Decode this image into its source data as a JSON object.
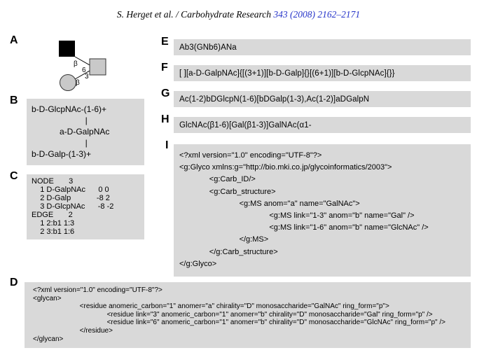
{
  "colors": {
    "box_background": "#d9d9d9",
    "link_blue": "#2634c9",
    "symbol_gray": "#c9c9c9",
    "symbol_black": "#000000"
  },
  "header": {
    "authors": "S. Herget et al. / Carbohydrate Research ",
    "citation": "343 (2008) 2162–2171"
  },
  "panel_a": {
    "label": "A",
    "beta_upper": "β",
    "link_upper": "6",
    "link_lower": "3",
    "beta_lower": "β"
  },
  "panel_b": {
    "label": "B",
    "lines": [
      "b-D-GlcpNAc-(1-6)+",
      "                       |",
      "            a-D-GalpNAc",
      "                       |",
      "b-D-Galp-(1-3)+"
    ]
  },
  "panel_c": {
    "label": "C",
    "lines": [
      "NODE       3",
      "    1 D-GalpNAc      0 0",
      "    2 D-Galp            -8 2",
      "    3 D-GlcpNAc      -8 -2",
      "EDGE       2",
      "    1 2:b1 1:3",
      "    2 3:b1 1:6"
    ]
  },
  "panel_d": {
    "label": "D",
    "lines": [
      "<?xml version=\"1.0\" encoding=\"UTF-8\"?>",
      "<glycan>",
      "                        <residue anomeric_carbon=\"1\" anomer=\"a\" chirality=\"D\" monosaccharide=\"GalNAc\" ring_form=\"p\">",
      "                                      <residue link=\"3\" anomeric_carbon=\"1\" anomer=\"b\" chirality=\"D\" monosaccharide=\"Gal\" ring_form=\"p\" />",
      "                                      <residue link=\"6\" anomeric_carbon=\"1\" anomer=\"b\" chirality=\"D\" monosaccharide=\"GlcNAc\" ring_form=\"p\" />",
      "                        </residue>",
      "</glycan>"
    ]
  },
  "panel_e": {
    "label": "E",
    "text": "Ab3(GNb6)ANa"
  },
  "panel_f": {
    "label": "F",
    "text": "[ ][a-D-GalpNAc]{[(3+1)][b-D-Galp]{}[(6+1)][b-D-GlcpNAc]{}}"
  },
  "panel_g": {
    "label": "G",
    "text": "Ac(1-2)bDGlcpN(1-6)[bDGalp(1-3),Ac(1-2)]aDGalpN"
  },
  "panel_h": {
    "label": "H",
    "text": "GlcNAc(β1-6)[Gal(β1-3)]GalNAc(α1-"
  },
  "panel_i": {
    "label": "I",
    "lines": [
      "<?xml version=\"1.0\" encoding=\"UTF-8\"?>",
      "<g:Glyco xmlns:g=\"http://bio.mki.co.jp/glycoinformatics/2003\">",
      "              <g:Carb_ID/>",
      "              <g:Carb_structure>",
      "                            <g:MS anom=\"a\" name=\"GalNAc\">",
      "                                          <g:MS link=\"1-3\" anom=\"b\" name=\"Gal\" />",
      "                                          <g:MS link=\"1-6\" anom=\"b\" name=\"GlcNAc\" />",
      "                            </g:MS>",
      "              </g:Carb_structure>",
      "</g:Glyco>"
    ]
  }
}
